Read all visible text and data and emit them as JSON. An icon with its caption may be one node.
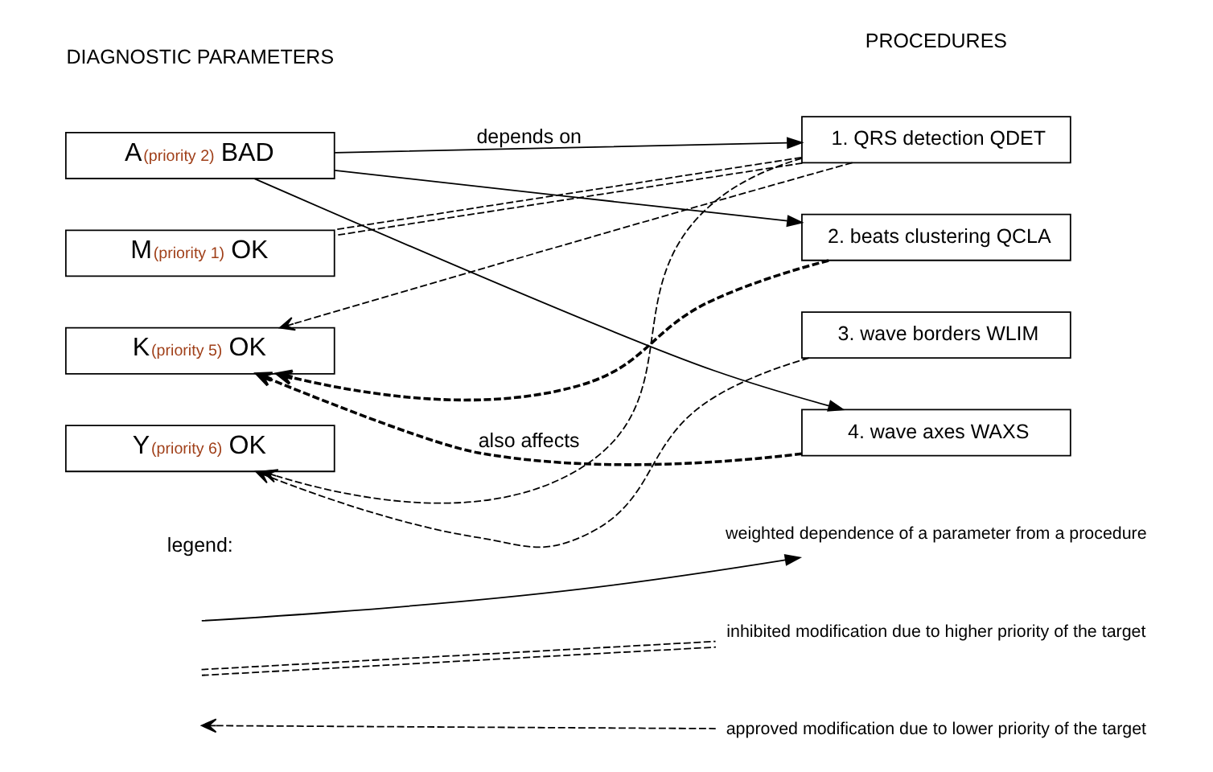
{
  "diagram": {
    "nodes": [
      {
        "text": [
          "A$^{(priority 2)}$ BAD"
        ]
      },
      {
        "text": [
          "M$^{(priority 1)}$ OK"
        ]
      },
      {
        "text": [
          "K$^{(priority 5)}$ OK"
        ]
      },
      {
        "text": [
          "Y$^{(priority 6)}$ OK"
        ]
      },
      {
        "text": [
          "1. QRS detection QDET"
        ]
      },
      {
        "text": [
          "2. beats clustering QCLA"
        ]
      },
      {
        "text": [
          "3. wave borders WLIM"
        ]
      },
      {
        "text": [
          "4. wave axes WAXS"
        ]
      }
    ],
    "edges": [
      {
        "from": 0,
        "to": 4,
        "arrow": "to",
        "label": "depends on"
      },
      {
        "from": 0,
        "to": 5,
        "arrow": "to"
      },
      {
        "from": 0,
        "to": 7,
        "arrow": "to"
      },
      {
        "from": 4,
        "to": 1,
        "arrow": "none",
        "style": "dashed"
      },
      {
        "from": 5,
        "to": 2,
        "arrow": "to",
        "style": "dashed"
      },
      {
        "from": 7,
        "to": 2,
        "arrow": "to",
        "style": "dashed",
        "label": "also affects"
      },
      {
        "from": 4,
        "to": 2,
        "arrow": "to",
        "style": "dashed"
      },
      {
        "from": 4,
        "to": 3,
        "arrow": "to",
        "style": "dashed"
      },
      {
        "from": 6,
        "to": 3,
        "arrow": "to",
        "style": "dashed"
      }
    ],
    "labels": [
      "DIAGNOSTIC PARAMETERS",
      "PROCEDURES",
      "legend:"
    ],
    "legend": [
      {
        "text": "weighted dependence of a parameter from a procedure"
      },
      {
        "text": "inhibited modification due to higher priority of the target"
      },
      {
        "text": "approved modification due to lower priority of the target"
      }
    ]
  }
}
